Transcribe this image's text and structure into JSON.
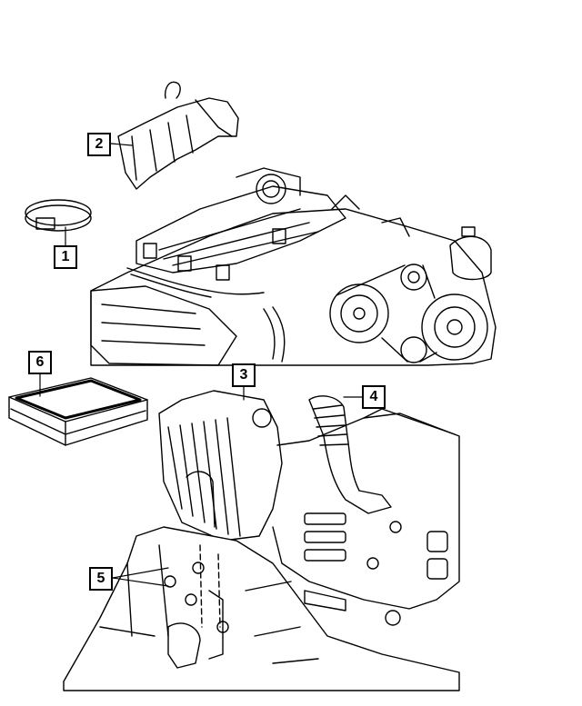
{
  "callouts": [
    {
      "id": "c1",
      "label": "1"
    },
    {
      "id": "c2",
      "label": "2"
    },
    {
      "id": "c3",
      "label": "3"
    },
    {
      "id": "c4",
      "label": "4"
    },
    {
      "id": "c5",
      "label": "5"
    },
    {
      "id": "c6",
      "label": "6"
    }
  ],
  "colors": {
    "line": "#000000",
    "background": "#ffffff"
  }
}
